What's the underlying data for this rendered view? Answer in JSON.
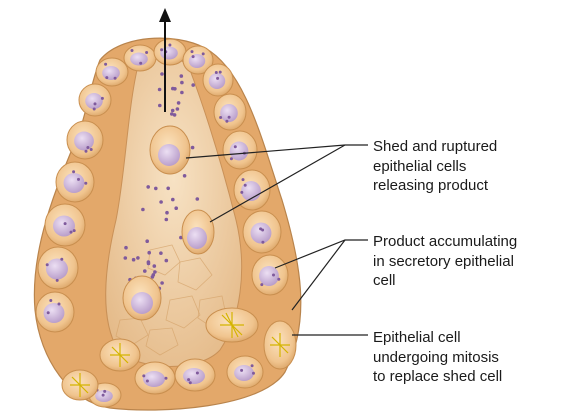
{
  "labels": {
    "shed": [
      "Shed and ruptured",
      "epithelial cells",
      "releasing product"
    ],
    "accumulating": [
      "Product accumulating",
      "in secretory epithelial",
      "cell"
    ],
    "mitosis": [
      "Epithelial cell",
      "undergoing mitosis",
      "to replace shed cell"
    ]
  },
  "colors": {
    "cell_fill": "#f0c48e",
    "cell_outline": "#c98f4f",
    "nucleus": "#c9b3d6",
    "granule": "#7f5a9c",
    "lumen": "#efd0a6",
    "mitotic_spindle": "#e0c000",
    "leader_line": "#222222"
  },
  "icons": {
    "secretion_arrow": "up-arrow-icon"
  }
}
